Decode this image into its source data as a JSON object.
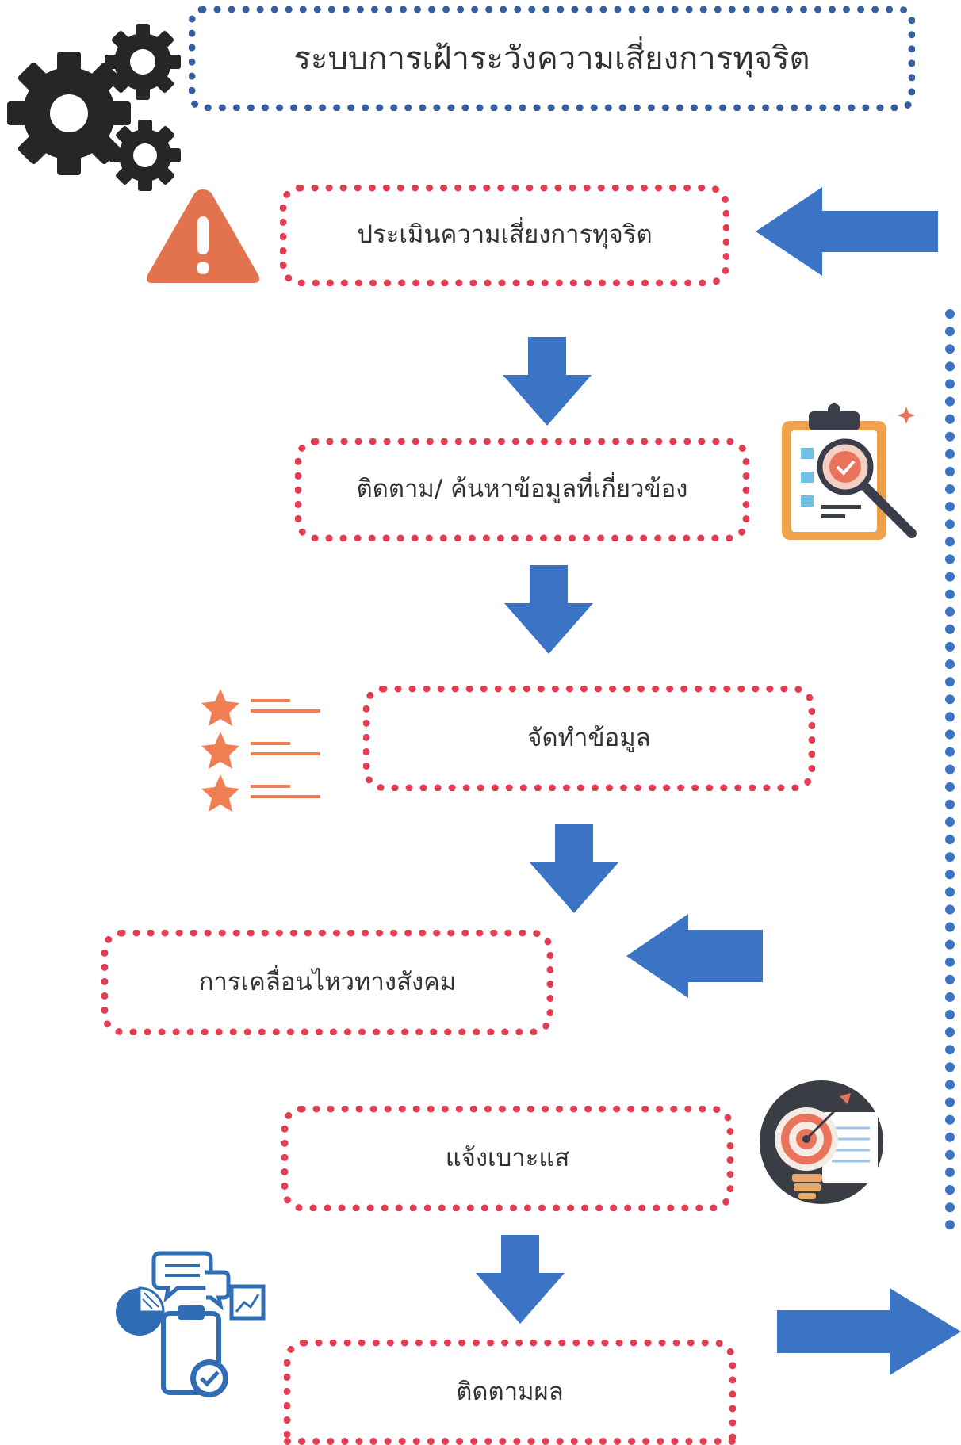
{
  "title": "ระบบการเฝ้าระวังความเสี่ยงการทุจริต",
  "steps": [
    {
      "label": "ประเมินความเสี่ยงการทุจริต"
    },
    {
      "label": "ติดตาม/ ค้นหาข้อมูลที่เกี่ยวข้อง"
    },
    {
      "label": "จัดทำข้อมูล"
    },
    {
      "label": "การเคลื่อนไหวทางสังคม"
    },
    {
      "label": "แจ้งเบาะแส"
    },
    {
      "label": "ติดตามผล"
    }
  ],
  "colors": {
    "title_border": "#355fa0",
    "step_border": "#e33d51",
    "arrow": "#3b74c4",
    "warning": "#e2734e",
    "stars": "#f07f53",
    "text": "#333333"
  },
  "icons": [
    "gears-icon",
    "warning-icon",
    "clipboard-search-icon",
    "rating-stars-icon",
    "target-bulb-icon",
    "report-analytics-icon"
  ]
}
